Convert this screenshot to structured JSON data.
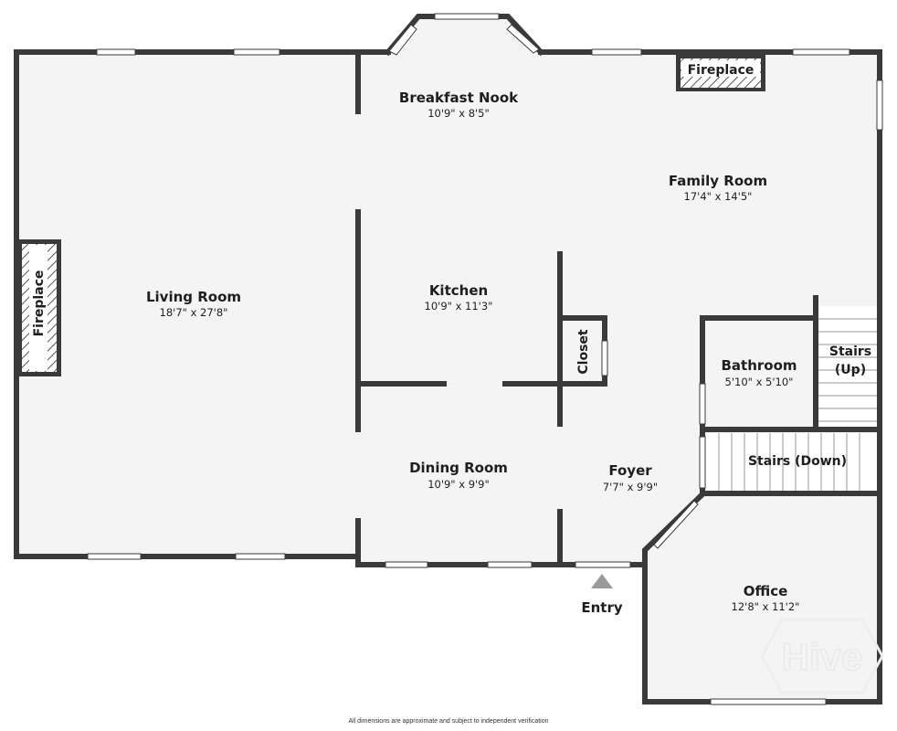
{
  "colors": {
    "floor": "#f4f4f4",
    "wall": "#3a3a3a",
    "window": "#ffffff",
    "hatch": "#555555",
    "stairs": "#ffffff",
    "entry_arrow": "#9a9a9a"
  },
  "rooms": {
    "living_room": {
      "name": "Living Room",
      "dims": "18'7\" x 27'8\""
    },
    "breakfast_nook": {
      "name": "Breakfast Nook",
      "dims": "10'9\" x 8'5\""
    },
    "family_room": {
      "name": "Family Room",
      "dims": "17'4\" x 14'5\""
    },
    "kitchen": {
      "name": "Kitchen",
      "dims": "10'9\" x 11'3\""
    },
    "bathroom": {
      "name": "Bathroom",
      "dims": "5'10\" x 5'10\""
    },
    "dining_room": {
      "name": "Dining Room",
      "dims": "10'9\" x 9'9\""
    },
    "foyer": {
      "name": "Foyer",
      "dims": "7'7\" x 9'9\""
    },
    "office": {
      "name": "Office",
      "dims": "12'8\" x 11'2\""
    }
  },
  "labels": {
    "fireplace_top": "Fireplace",
    "fireplace_left": "Fireplace",
    "closet": "Closet",
    "stairs_up_line1": "Stairs",
    "stairs_up_line2": "(Up)",
    "stairs_down": "Stairs (Down)",
    "entry": "Entry"
  },
  "watermark": "Hive",
  "footer": "All dimensions are approximate and subject to independent verification"
}
